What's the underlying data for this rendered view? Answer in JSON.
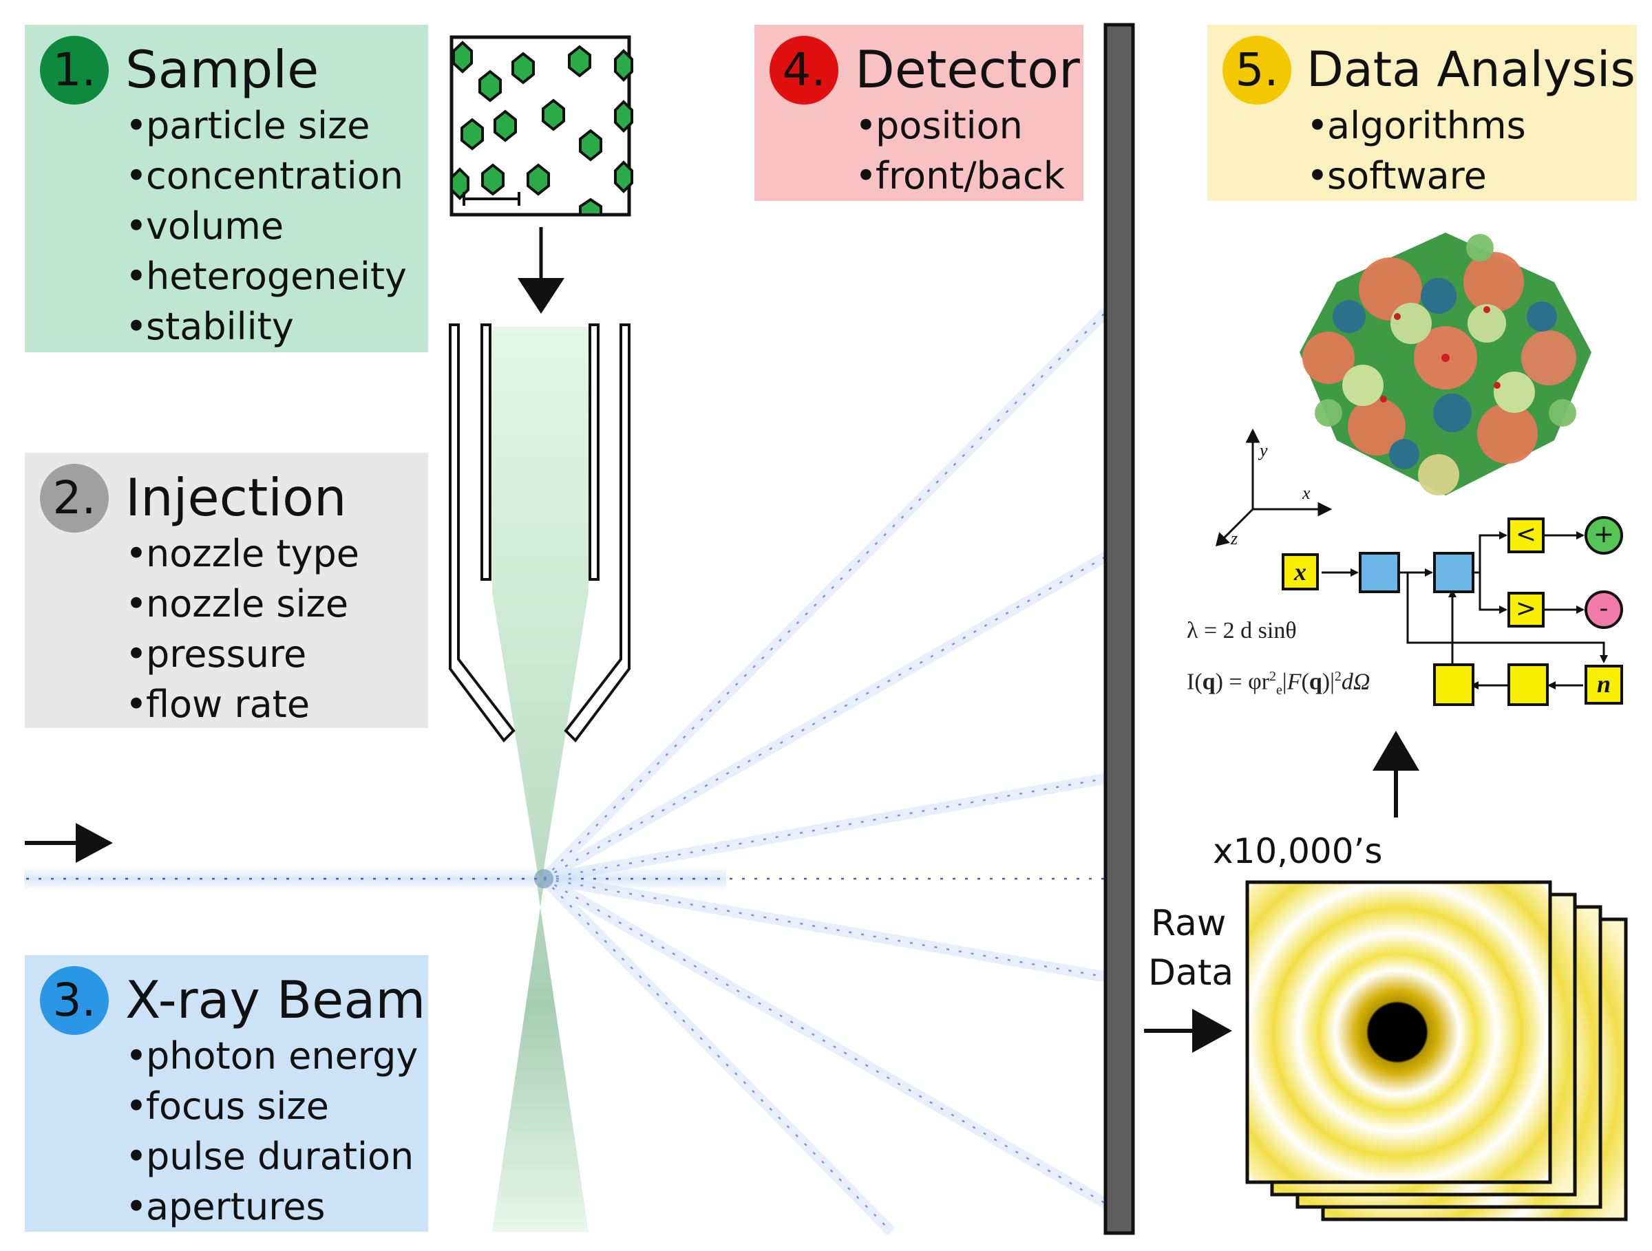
{
  "panels": {
    "sample": {
      "number": "1.",
      "title": "Sample",
      "items": [
        "particle size",
        "concentration",
        "volume",
        "heterogeneity",
        "stability"
      ],
      "color": "#bfe6d2",
      "badge_color": "#0e8a3f"
    },
    "injection": {
      "number": "2.",
      "title": "Injection",
      "items": [
        "nozzle type",
        "nozzle size",
        "pressure",
        "flow rate"
      ],
      "color": "#e8e8e8",
      "badge_color": "#a0a0a0"
    },
    "beam": {
      "number": "3.",
      "title": "X-ray Beam",
      "items": [
        "photon energy",
        "focus size",
        "pulse duration",
        "apertures"
      ],
      "color": "#cce2f7",
      "badge_color": "#2a97e6"
    },
    "detector": {
      "number": "4.",
      "title": "Detector",
      "items": [
        "position",
        "front/back"
      ],
      "color": "#f8c2c2",
      "badge_color": "#e01010"
    },
    "analysis": {
      "number": "5.",
      "title": "Data Analysis",
      "items": [
        "algorithms",
        "software"
      ],
      "color": "#fbf0bf",
      "badge_color": "#f4c800"
    }
  },
  "raw_data": {
    "count_label": "x10,000’s",
    "line1": "Raw",
    "line2": "Data"
  },
  "flowchart": {
    "input": "x",
    "less": "<",
    "greater": ">",
    "plus": "+",
    "minus": "-",
    "counter": "n"
  },
  "axes": {
    "x": "x",
    "y": "y",
    "z": "z"
  },
  "equations": {
    "bragg": "λ = 2 d sinθ",
    "intensity_prefix": "I(",
    "intensity_q": "q",
    "intensity_mid": ") = φr",
    "intensity_sup": "2",
    "intensity_sub": "e",
    "intensity_bar": "|",
    "intensity_F": "F",
    "intensity_paren_open": "(",
    "intensity_paren_close": ")|",
    "intensity_sup2": "2",
    "intensity_tail": "dΩ"
  },
  "colors": {
    "particle": "#2aab48",
    "stream": "#d6f5d9",
    "scatter": "#3a5bd0",
    "detector_plate": "#5e5e5e",
    "ring_yellow": "#f0dc1e",
    "flow_box": "#f8f000",
    "flow_blue": "#6fb6e8",
    "plus_circle": "#55c455",
    "minus_circle": "#f07aa8"
  }
}
